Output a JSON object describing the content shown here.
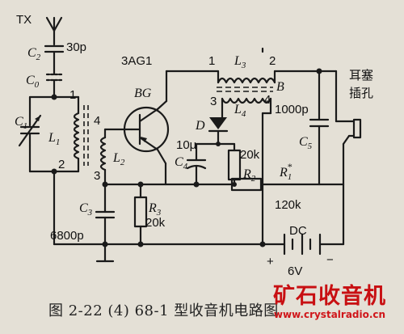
{
  "labels": {
    "antenna": "TX",
    "c2": "C",
    "c2_sub": "2",
    "c2_value": "30p",
    "c0": "C",
    "c0_sub": "0",
    "transistor_type": "3AG1",
    "bg": "BG",
    "c1": "C",
    "c1_sub": "1",
    "l1": "L",
    "l1_sub": "1",
    "l1_pin_top": "1",
    "l1_pin_bottom": "2",
    "l2": "L",
    "l2_sub": "2",
    "l2_pin_top": "4",
    "l2_pin_bottom": "3",
    "c3": "C",
    "c3_sub": "3",
    "c3_value": "6800p",
    "r3": "R",
    "r3_sub": "3",
    "r3_value": "20k",
    "l3": "L",
    "l3_sub": "3",
    "l3_pin_left": "1",
    "l3_pin_right": "2",
    "b": "B",
    "l4": "L",
    "l4_sub": "4",
    "l4_pin_left": "3",
    "l4_pin_right": "4",
    "d": "D",
    "c4": "C",
    "c4_sub": "4",
    "c4_value": "10μ",
    "r2": "R",
    "r2_sub": "2",
    "r2_value": "20k",
    "c5": "C",
    "c5_sub": "5",
    "c5_value": "1000p",
    "r1": "R",
    "r1_sub": "1",
    "r1_star": "*",
    "r1_value": "120k",
    "earphone_1": "耳塞",
    "earphone_2": "插孔",
    "dc": "DC",
    "plus": "+",
    "minus": "−",
    "voltage": "6V"
  },
  "caption": "图 2-22 (4)    68-1 型收音机电路图",
  "watermark": {
    "title": "矿石收音机",
    "url": "www.crystalradio.cn",
    "color": "#c80f12"
  }
}
